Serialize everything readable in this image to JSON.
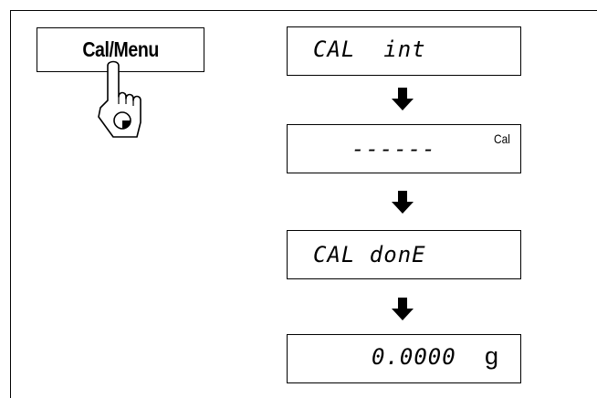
{
  "key": {
    "label": "Cal/Menu"
  },
  "displays": [
    {
      "text": "CAL  int"
    },
    {
      "text": "------",
      "annunciator": "Cal"
    },
    {
      "text": "CAL donE"
    },
    {
      "text": "0.0000",
      "unit": "g"
    }
  ],
  "icons": [
    "hand-pointer-icon",
    "down-arrow-icon"
  ],
  "colors": {
    "line": "#000000",
    "background": "#ffffff"
  }
}
